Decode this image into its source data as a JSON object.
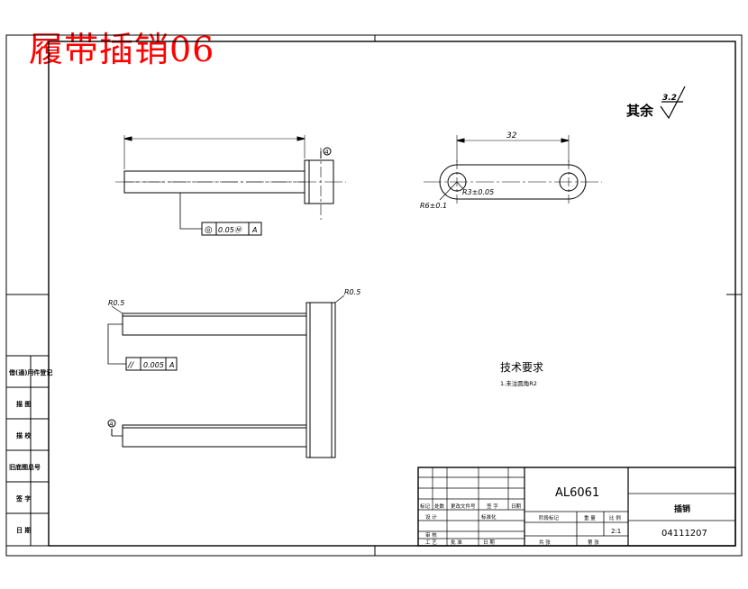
{
  "drawing": {
    "title": "履带插销06",
    "roughness_prefix": "其余",
    "roughness_value": "3.2",
    "top_view": {
      "dim_length": "",
      "datum_label": "A",
      "fcf_symbol": "◎",
      "fcf_value": "0.05Ⓜ",
      "fcf_datum": "A"
    },
    "right_view": {
      "dim_center": "32",
      "dim_radius_outer": "R6±0.1",
      "dim_radius_inner": "R3±0.05"
    },
    "bottom_view": {
      "radius_left": "R0.5",
      "radius_right": "R0.5",
      "fcf_symbol": "//",
      "fcf_value": "0.005",
      "fcf_datum": "A",
      "datum_label": "A"
    },
    "tech": {
      "heading": "技术要求",
      "note1": "1.未注圆角R2"
    },
    "left_strip": [
      "借(通)用件登记",
      "描 图",
      "描 校",
      "旧底图总号",
      "签 字",
      "日 期"
    ],
    "title_block": {
      "material": "AL6061",
      "part_name": "插销",
      "scale": "2:1",
      "drawing_no": "04111207",
      "row_labels": [
        "标记",
        "处数",
        "更改文件号",
        "签 字",
        "日期"
      ],
      "design": "设 计",
      "check": "审 核",
      "process": "工 艺",
      "standard": "标准化",
      "approve": "批 准",
      "date": "日 期",
      "stage_mark": "阶段标记",
      "weight": "重 量",
      "scale_label": "比 例",
      "sheet_total": "共 张",
      "sheet_no": "第 张"
    }
  }
}
